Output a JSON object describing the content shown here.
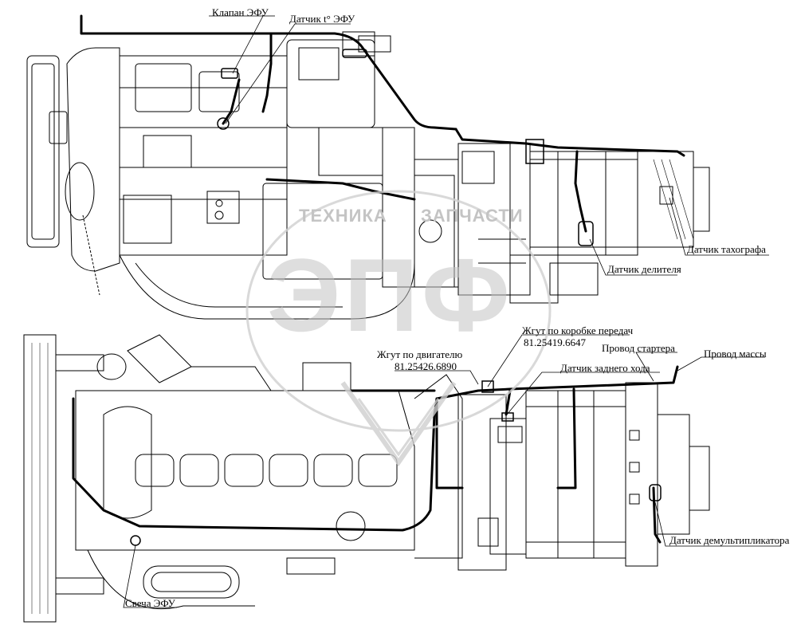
{
  "labels": {
    "valve_efu": "Клапан ЭФУ",
    "sensor_t_efu": "Датчик t° ЭФУ",
    "sensor_tachograph": "Датчик тахографа",
    "sensor_divider": "Датчик делителя",
    "harness_gearbox": "Жгут по коробке передач",
    "harness_gearbox_code": "81.25419.6647",
    "harness_engine": "Жгут по двигателю",
    "harness_engine_code": "81.25426.6890",
    "wire_starter": "Провод стартера",
    "wire_ground": "Провод массы",
    "sensor_reverse": "Датчик заднего хода",
    "sensor_demultiplier": "Датчик демультипликатора",
    "glow_plug_efu": "Свеча ЭФУ"
  },
  "watermark": {
    "brand_left": "ТЕХНИКА",
    "brand_right": "ЗАПЧАСТИ",
    "logo": "ЭПФ"
  }
}
